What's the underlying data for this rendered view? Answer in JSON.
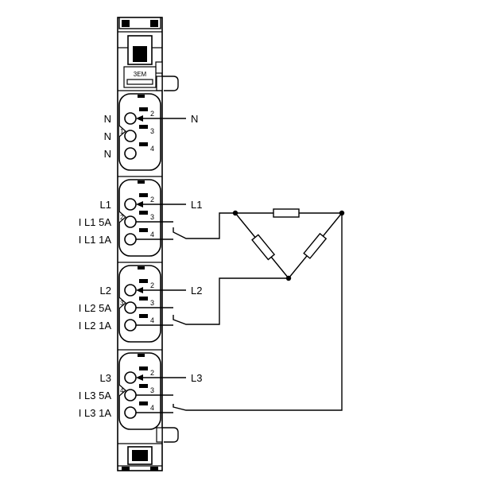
{
  "module": {
    "label": "3EM"
  },
  "groups": [
    {
      "index": "1",
      "terminals": [
        {
          "num": "2",
          "label": "N",
          "has_arrow": true,
          "ext_label": "N"
        },
        {
          "num": "3",
          "label": "N"
        },
        {
          "num": "4",
          "label": "N"
        }
      ]
    },
    {
      "index": "2",
      "terminals": [
        {
          "num": "2",
          "label": "L1",
          "has_arrow": true,
          "ext_label": "L1"
        },
        {
          "num": "3",
          "label": "I L1 5A"
        },
        {
          "num": "4",
          "label": "I L1 1A"
        }
      ]
    },
    {
      "index": "3",
      "terminals": [
        {
          "num": "2",
          "label": "L2",
          "has_arrow": true,
          "ext_label": "L2"
        },
        {
          "num": "3",
          "label": "I L2 5A"
        },
        {
          "num": "4",
          "label": "I L2 1A"
        }
      ]
    },
    {
      "index": "4",
      "terminals": [
        {
          "num": "2",
          "label": "L3",
          "has_arrow": true,
          "ext_label": "L3"
        },
        {
          "num": "3",
          "label": "I L3 5A"
        },
        {
          "num": "4",
          "label": "I L3 1A"
        }
      ]
    }
  ],
  "load": {
    "topology": "delta",
    "branches": 3
  }
}
